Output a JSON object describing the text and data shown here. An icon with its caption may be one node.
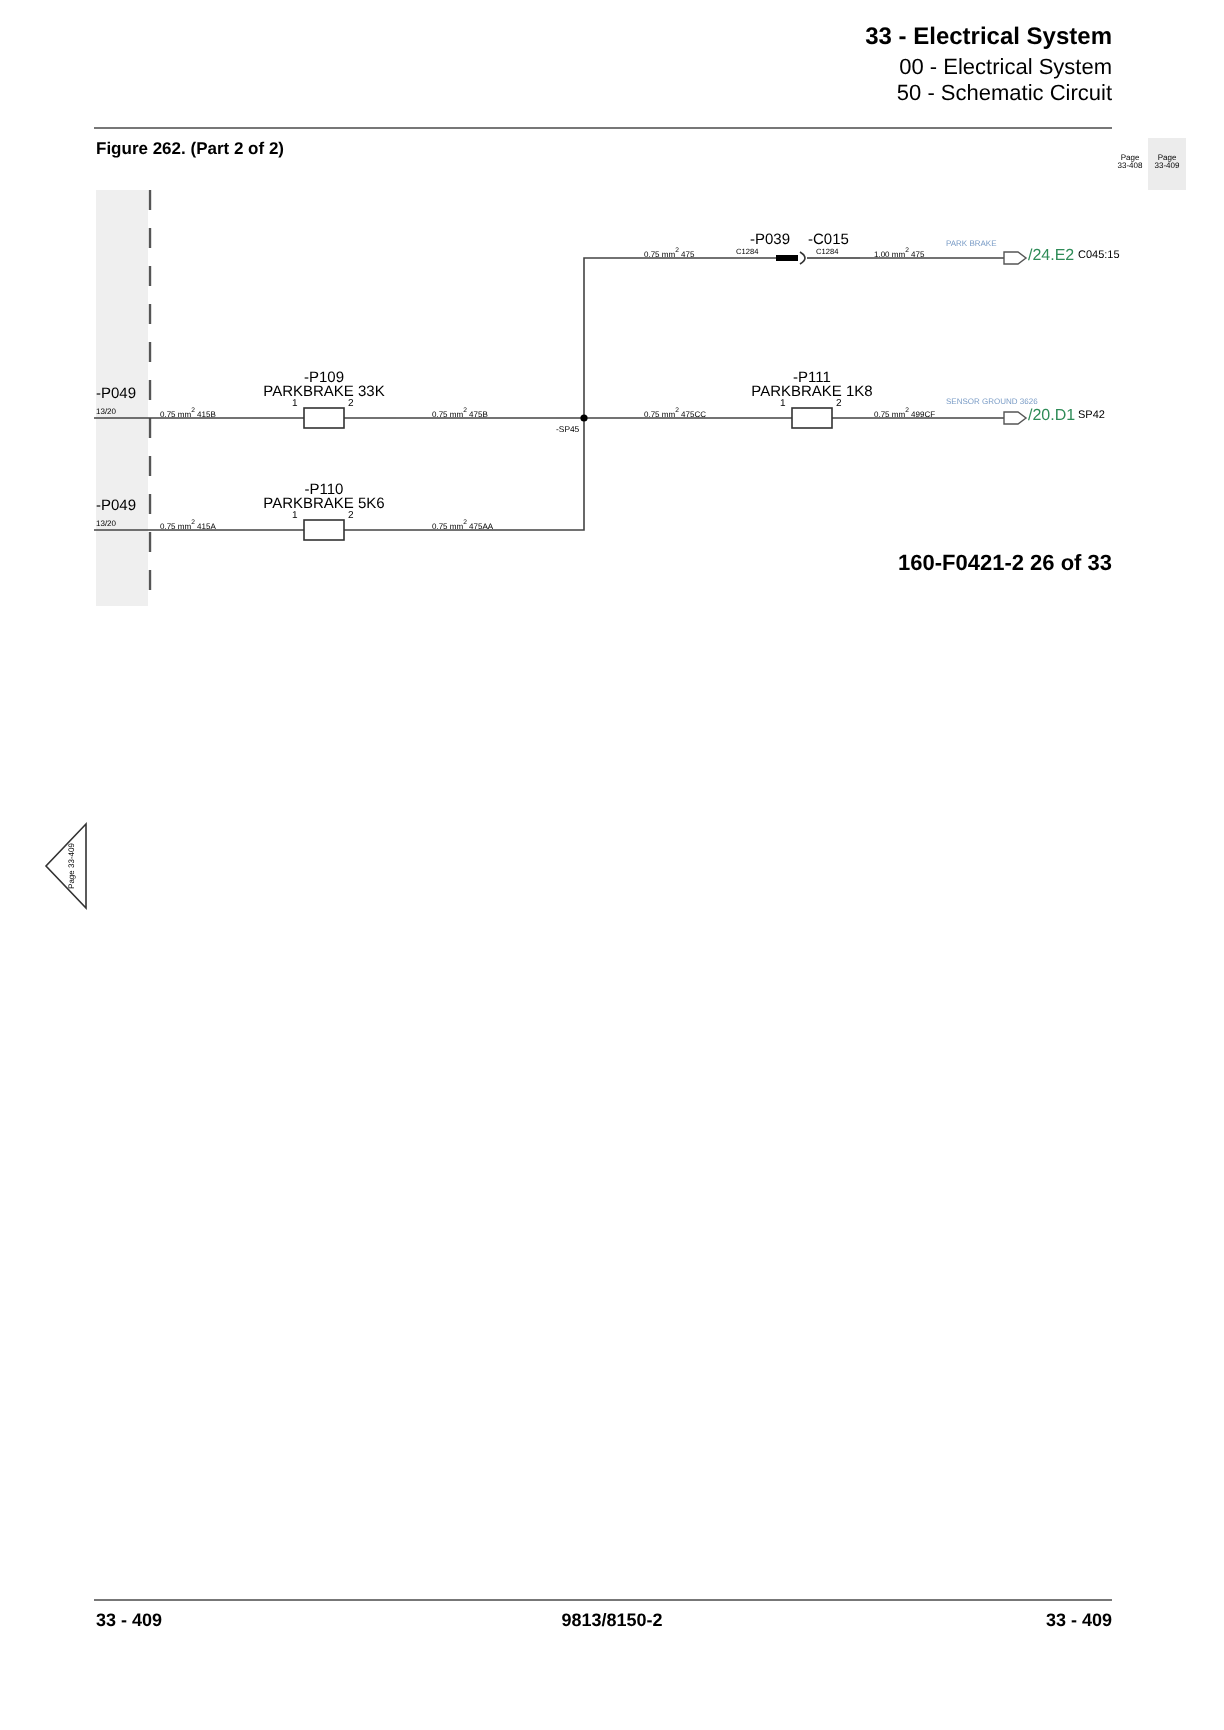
{
  "diagram": {
    "nodes": [
      {
        "text": [
          "-P049",
          "13/20"
        ]
      },
      {
        "text": [
          "-P049",
          "13/20"
        ]
      },
      {
        "text": [
          "-P109",
          "PARKBRAKE 33K",
          "1",
          "2"
        ]
      },
      {
        "text": [
          "-P110",
          "PARKBRAKE 5K6",
          "1",
          "2"
        ]
      },
      {
        "text": [
          "-SP45"
        ]
      },
      {
        "text": [
          "-P039",
          "C1284"
        ]
      },
      {
        "text": [
          "-C015",
          "C1284"
        ]
      },
      {
        "text": [
          "-P111",
          "PARKBRAKE 1K8",
          "1",
          "2"
        ]
      },
      {
        "text": [
          "/24.E2",
          "C045:15"
        ],
        "beside": [
          "PARK BRAKE"
        ]
      },
      {
        "text": [
          "/20.D1",
          "SP42"
        ],
        "beside": [
          "SENSOR GROUND 3626"
        ]
      }
    ],
    "edges": [
      {
        "from": 0,
        "to": 2,
        "arrow": "none",
        "label": "0.75 mm$^{2}$ 415B"
      },
      {
        "from": 2,
        "to": 4,
        "arrow": "none",
        "label": "0.75 mm$^{2}$ 475B"
      },
      {
        "from": 1,
        "to": 3,
        "arrow": "none",
        "label": "0.75 mm$^{2}$ 415A"
      },
      {
        "from": 3,
        "to": 4,
        "arrow": "none",
        "label": "0.75 mm$^{2}$ 475AA"
      },
      {
        "from": 4,
        "to": 5,
        "arrow": "none",
        "label": "0.75 mm$^{2}$ 475"
      },
      {
        "from": 6,
        "to": 8,
        "arrow": "none",
        "label": "1.00 mm$^{2}$ 475"
      },
      {
        "from": 4,
        "to": 7,
        "arrow": "none",
        "label": "0.75 mm$^{2}$ 475CC"
      },
      {
        "from": 7,
        "to": 9,
        "arrow": "none",
        "label": "0.75 mm$^{2}$ 499CF"
      }
    ],
    "labels": [
      "33 - Electrical System",
      "00 - Electrical System",
      "50 - Schematic Circuit",
      "Figure 262. (Part 2 of 2)",
      "Page 33-408",
      "Page 33-409",
      "160-F0421-2 26 of 33",
      "Page 33-409",
      "33 - 409",
      "9813/8150-2",
      "33 - 409"
    ]
  }
}
